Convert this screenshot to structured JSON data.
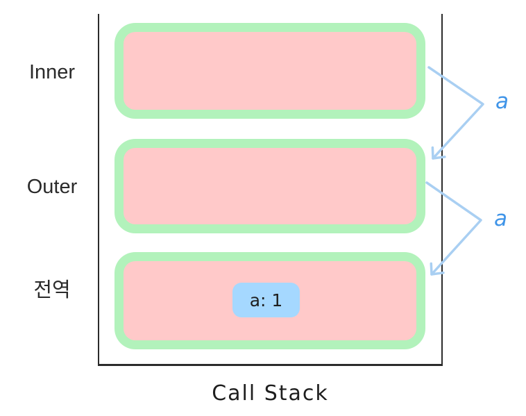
{
  "diagram": {
    "type": "call-stack",
    "caption": "Call Stack",
    "frames": [
      {
        "label": "Inner",
        "variables": []
      },
      {
        "label": "Outer",
        "variables": []
      },
      {
        "label": "전역",
        "variables": [
          {
            "name": "a",
            "value": "1",
            "display": "a: 1"
          }
        ]
      }
    ],
    "annotations": [
      {
        "label": "a",
        "from_frame": "Inner",
        "to_frame": "Outer"
      },
      {
        "label": "a",
        "from_frame": "Outer",
        "to_frame": "전역"
      }
    ],
    "colors": {
      "frame_border_green": "#b2f2bb",
      "frame_fill_pink": "#ffc9c9",
      "badge_blue": "#a5d8ff",
      "arrow_stroke": "#a9cff2",
      "annotation_text": "#3f94e8",
      "outline_stroke": "#2b2b2b",
      "label_text": "#2a2a2a"
    }
  }
}
